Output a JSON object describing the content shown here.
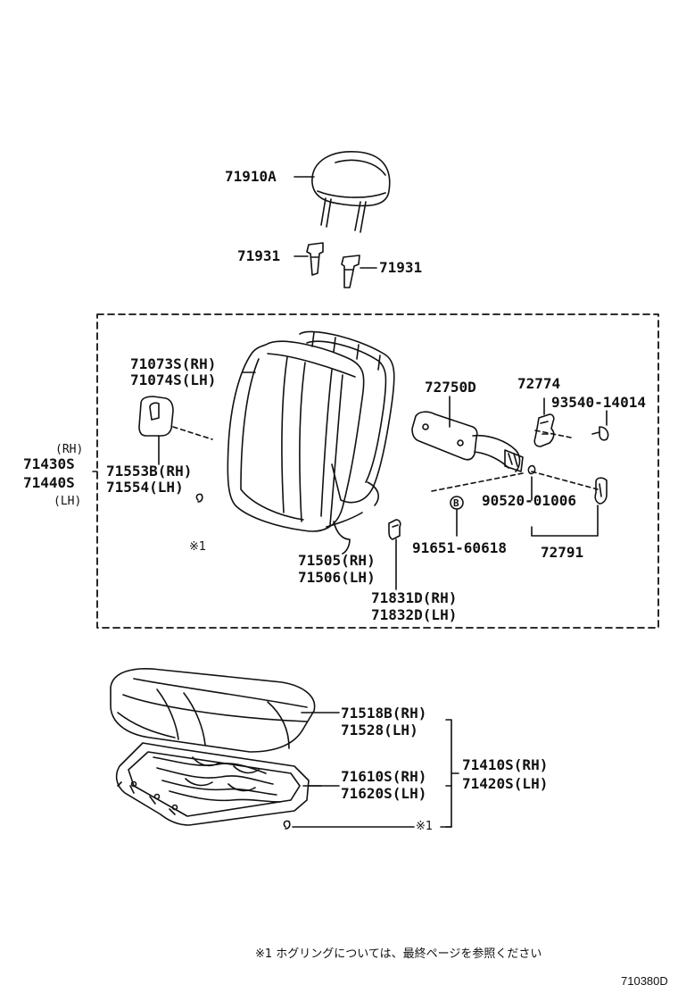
{
  "labels": {
    "headrest": "71910A",
    "support_left": "71931",
    "support_right": "71931",
    "cover_rh": "71073S(RH)",
    "cover_lh": "71074S(LH)",
    "pad_rh": "71505(RH)",
    "pad_lh": "71506(LH)",
    "board_rh": "71553B(RH)",
    "board_lh": "71554(LH)",
    "back_assy_side_rh": "(RH)",
    "back_assy_rh": "71430S",
    "back_assy_lh": "71440S",
    "back_assy_side_lh": "(LH)",
    "note_mark_back": "※1",
    "adjuster": "72750D",
    "bracket": "72774",
    "screw": "93540-14014",
    "ring": "90520-01006",
    "clip": "91651-60618",
    "lever": "72791",
    "hook_rh": "71831D(RH)",
    "hook_lh": "71832D(LH)",
    "bolt_mark": "B",
    "cushion_cover_rh": "71518B(RH)",
    "cushion_cover_lh": "71528(LH)",
    "cushion_pad_rh": "71610S(RH)",
    "cushion_pad_lh": "71620S(LH)",
    "cushion_assy_rh": "71410S(RH)",
    "cushion_assy_lh": "71420S(LH)",
    "note_mark_cushion": "※1"
  },
  "footnote": "※1  ホグリングについては、最終ページを参照ください",
  "diagram_code": "710380D"
}
